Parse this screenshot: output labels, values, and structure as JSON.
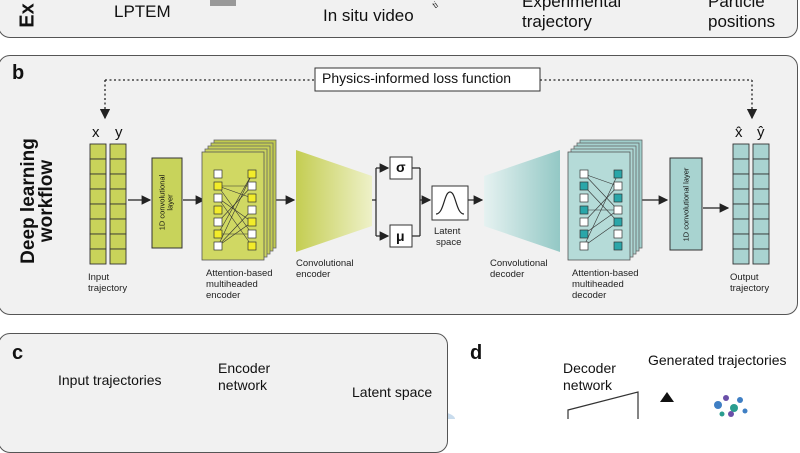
{
  "panel_a": {
    "side_label": "Ex",
    "lptem": "LPTEM",
    "in_situ_video": "In situ video",
    "exp_line1": "Experimental",
    "exp_line2": "trajectory",
    "part_line1": "Particle",
    "part_line2": "positions"
  },
  "panel_b": {
    "letter": "b",
    "side_line1": "Deep learning",
    "side_line2": "workflow",
    "loss": "Physics-informed loss function",
    "x": "x",
    "y": "y",
    "xhat": "x̂",
    "yhat": "ŷ",
    "input_l1": "Input",
    "input_l2": "trajectory",
    "conv1d_l1": "1D convolutional",
    "conv1d_l2": "layer",
    "conv1d_out": "1D convolutional layer",
    "enc_l1": "Attention-based",
    "enc_l2": "multiheaded",
    "enc_l3": "encoder",
    "convenc_l1": "Convolutional",
    "convenc_l2": "encoder",
    "sigma": "σ",
    "mu": "μ",
    "latent_l1": "Latent",
    "latent_l2": "space",
    "convdec_l1": "Convolutional",
    "convdec_l2": "decoder",
    "dec_l1": "Attention-based",
    "dec_l2": "multiheaded",
    "dec_l3": "decoder",
    "out_l1": "Output",
    "out_l2": "trajectory"
  },
  "panel_c": {
    "letter": "c",
    "input_traj": "Input trajectories",
    "enc_l1": "Encoder",
    "enc_l2": "network",
    "latent": "Latent space"
  },
  "panel_d": {
    "letter": "d",
    "dec_l1": "Decoder",
    "dec_l2": "network",
    "generated": "Generated trajectories"
  },
  "colors": {
    "encoder": "#c9d35a",
    "decoder": "#a9d3d1",
    "panel_bg": "#f1f1f1"
  }
}
